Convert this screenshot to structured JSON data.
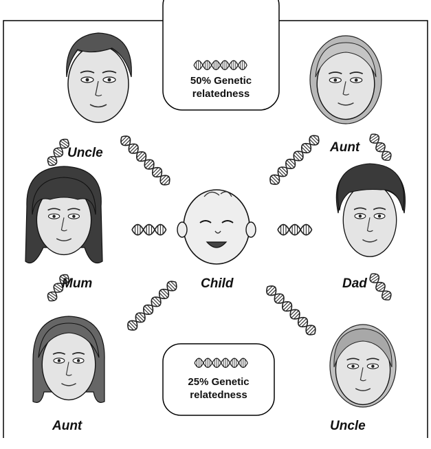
{
  "legend_top": {
    "line1": "50% Genetic",
    "line2": "relatedness"
  },
  "legend_bottom": {
    "line1": "25% Genetic",
    "line2": "relatedness"
  },
  "people": {
    "uncle_top": "Uncle",
    "aunt_top": "Aunt",
    "mum": "Mum",
    "child": "Child",
    "dad": "Dad",
    "aunt_bottom": "Aunt",
    "uncle_bottom": "Uncle"
  },
  "colors": {
    "frame": "#000000",
    "face_fill": "#e6e6e6",
    "hair_dark": "#4a4a4a",
    "hair_light": "#bdbdbd"
  }
}
